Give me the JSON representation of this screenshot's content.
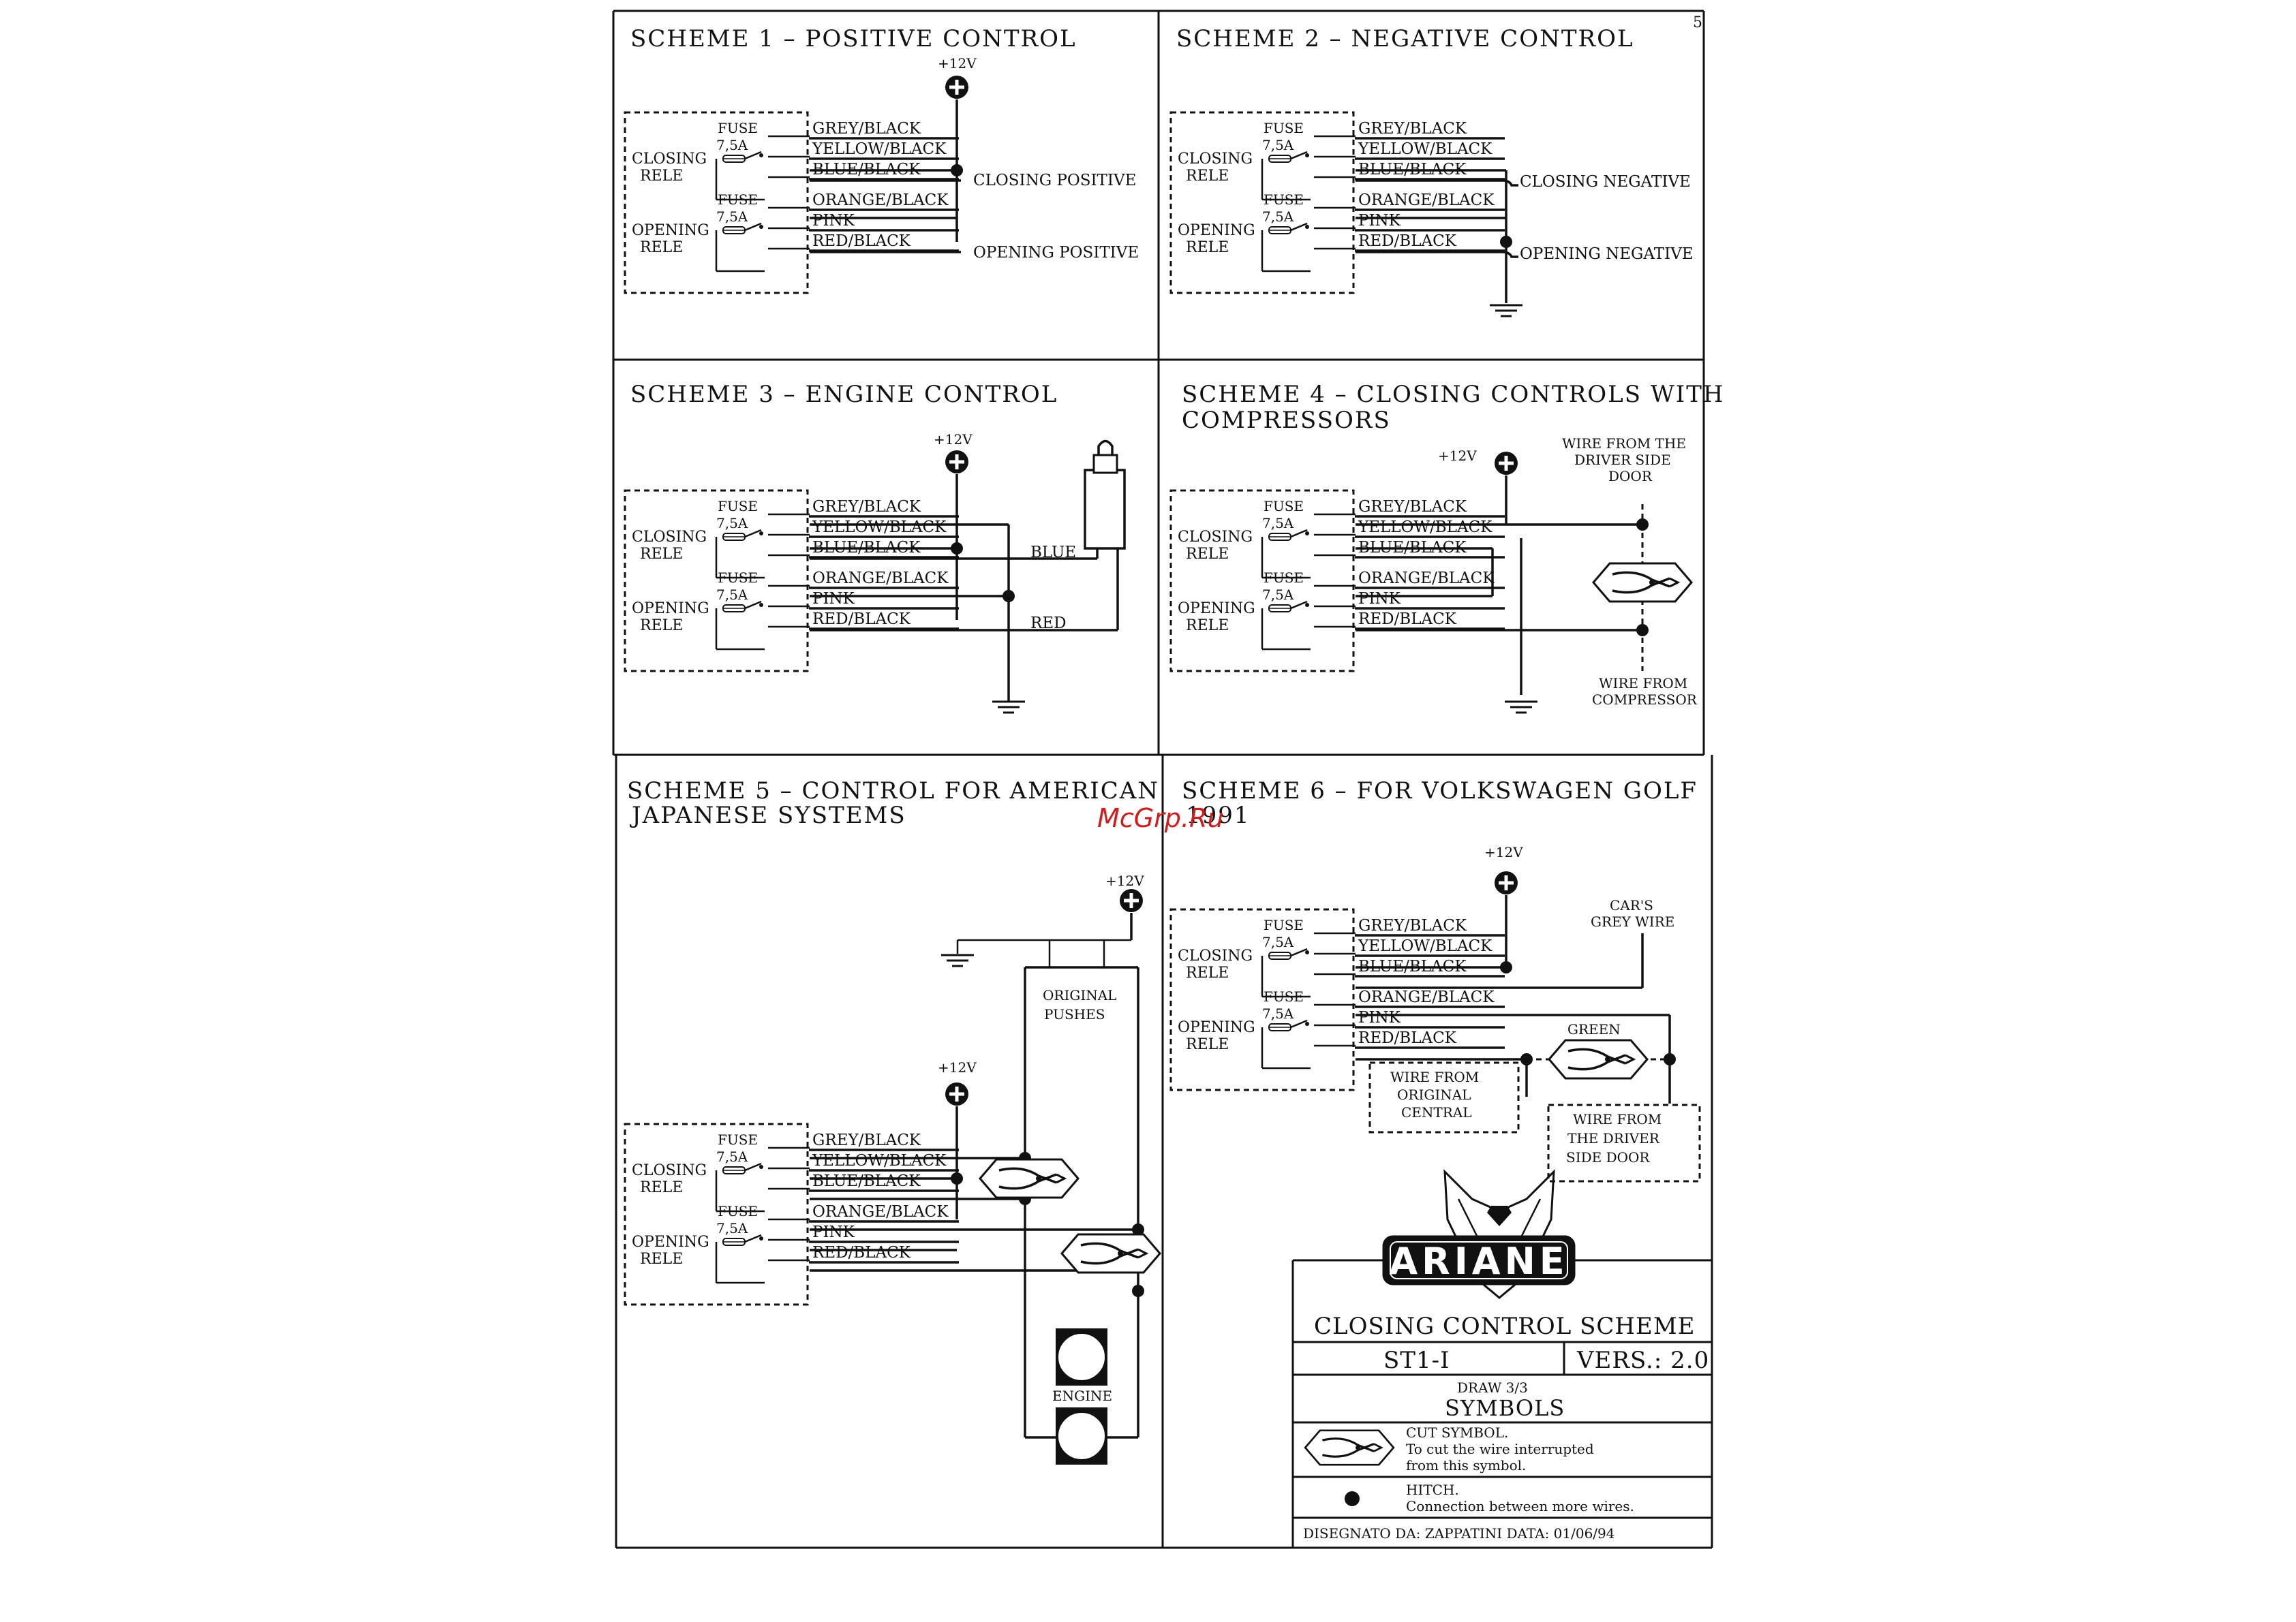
{
  "page_number": "5",
  "watermark": "McGrp.Ru",
  "rele_block": {
    "fuse": "FUSE",
    "fuse_rating": "7,5A",
    "closing": [
      "CLOSING",
      "RELE"
    ],
    "opening": [
      "OPENING",
      "RELE"
    ],
    "wires": [
      "GREY/BLACK",
      "YELLOW/BLACK",
      "BLUE/BLACK",
      "ORANGE/BLACK",
      "PINK",
      "RED/BLACK"
    ]
  },
  "supply": "+12V",
  "schemes": {
    "s1": {
      "title": "SCHEME 1 – POSITIVE CONTROL",
      "closing_out": "CLOSING POSITIVE",
      "opening_out": "OPENING POSITIVE"
    },
    "s2": {
      "title": "SCHEME 2 – NEGATIVE CONTROL",
      "closing_out": "CLOSING NEGATIVE",
      "opening_out": "OPENING NEGATIVE"
    },
    "s3": {
      "title": "SCHEME 3 – ENGINE CONTROL",
      "blue": "BLUE",
      "red": "RED"
    },
    "s4": {
      "title_1": "SCHEME 4 – CLOSING CONTROLS WITH",
      "title_2": "COMPRESSORS",
      "driver_wire": [
        "WIRE FROM THE",
        "DRIVER SIDE",
        "DOOR"
      ],
      "compressor_wire": [
        "WIRE FROM",
        "COMPRESSOR"
      ]
    },
    "s5": {
      "title_1": "SCHEME 5 – CONTROL FOR AMERICAN",
      "title_2": "JAPANESE SYSTEMS",
      "pushes": [
        "ORIGINAL",
        "PUSHES"
      ],
      "engine": "ENGINE"
    },
    "s6": {
      "title_1": "SCHEME 6 – FOR VOLKSWAGEN GOLF",
      "title_2": "1991",
      "car_grey": [
        "CAR'S",
        "GREY WIRE"
      ],
      "green": "GREEN",
      "central": [
        "WIRE FROM",
        "ORIGINAL",
        "CENTRAL"
      ],
      "driver": [
        "WIRE FROM",
        "THE DRIVER",
        "SIDE DOOR"
      ]
    }
  },
  "title_block": {
    "logo": "ARIANE",
    "name": "CLOSING CONTROL SCHEME",
    "code": "ST1-I",
    "version": "VERS.: 2.0",
    "draw": "DRAW 3/3",
    "symbols": "SYMBOLS",
    "cut_title": "CUT SYMBOL.",
    "cut_desc_1": "To cut the wire interrupted",
    "cut_desc_2": "from this symbol.",
    "hitch_title": "HITCH.",
    "hitch_desc": "Connection between more wires.",
    "drawn_by": "DISEGNATO DA:  ZAPPATINI   DATA:  01/06/94"
  },
  "colors": {
    "ink": "#111111",
    "watermark": "#cc1f1f",
    "paper": "#ffffff"
  },
  "icons": [
    "fuse-icon",
    "relay-switch-icon",
    "plus-terminal-icon",
    "ground-icon",
    "cut-symbol-icon",
    "hitch-dot-icon",
    "motor-icon",
    "compressor-icon",
    "fox-logo-icon"
  ]
}
